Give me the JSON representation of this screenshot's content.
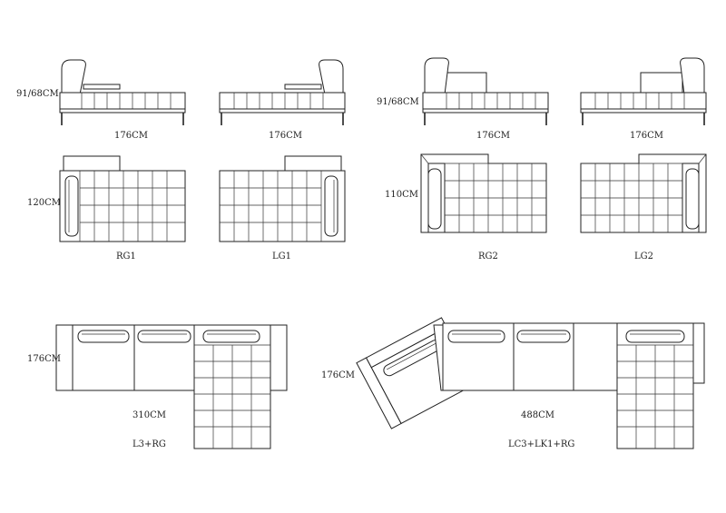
{
  "labels": {
    "side_height_left": "91/68CM",
    "side_height_right": "91/68CM",
    "width_rg1_side": "176CM",
    "width_lg1_side": "176CM",
    "width_rg2_side": "176CM",
    "width_lg2_side": "176CM",
    "depth_g1": "120CM",
    "depth_g2": "110CM",
    "name_rg1": "RG1",
    "name_lg1": "LG1",
    "name_rg2": "RG2",
    "name_lg2": "LG2",
    "depth_l3": "176CM",
    "width_l3": "310CM",
    "name_l3": "L3+RG",
    "depth_lc3": "176CM",
    "width_lc3": "488CM",
    "name_lc3": "LC3+LK1+RG"
  }
}
